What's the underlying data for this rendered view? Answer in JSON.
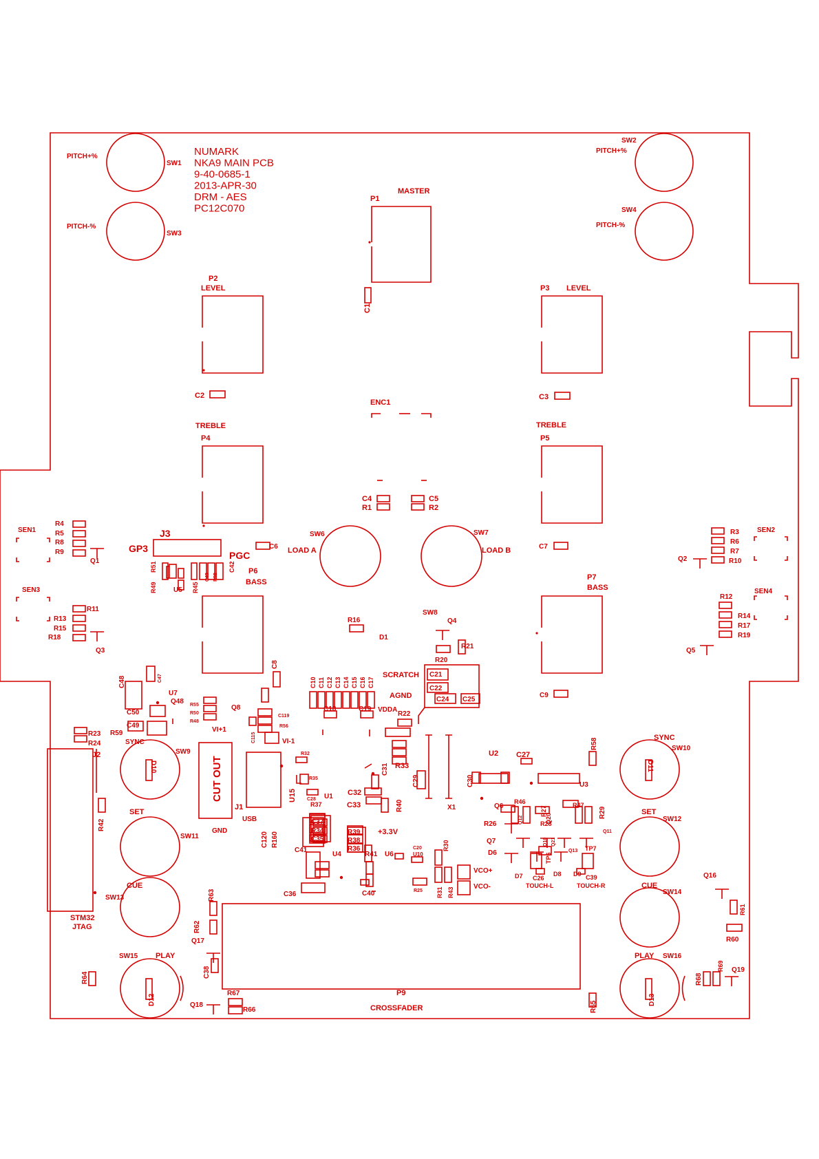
{
  "board": {
    "title_block": [
      "NUMARK",
      "NKA9 MAIN PCB",
      "9-40-0685-1",
      "2013-APR-30",
      "DRM - AES",
      "PC12C070"
    ],
    "color": "#d40000"
  },
  "labels": {
    "sw1": "SW1",
    "sw2": "SW2",
    "sw3": "SW3",
    "sw4": "SW4",
    "pitch_plus": "PITCH+%",
    "pitch_minus": "PITCH-%",
    "p1": "P1",
    "master": "MASTER",
    "p2": "P2",
    "p3": "P3",
    "level": "LEVEL",
    "p4": "P4",
    "p5": "P5",
    "treble": "TREBLE",
    "p6": "P6",
    "p7": "P7",
    "bass": "BASS",
    "enc1": "ENC1",
    "c1": "C1",
    "c2": "C2",
    "c3": "C3",
    "c4": "C4",
    "c5": "C5",
    "c6": "C6",
    "c7": "C7",
    "c8": "C8",
    "c9": "C9",
    "r1": "R1",
    "r2": "R2",
    "j3": "J3",
    "gp3": "GP3",
    "pgc": "PGC",
    "sw6": "SW6",
    "sw7": "SW7",
    "load_a": "LOAD A",
    "load_b": "LOAD B",
    "sen1": "SEN1",
    "sen2": "SEN2",
    "sen3": "SEN3",
    "sen4": "SEN4",
    "r3": "R3",
    "r4": "R4",
    "r5": "R5",
    "r6": "R6",
    "r7": "R7",
    "r8": "R8",
    "r9": "R9",
    "r10": "R10",
    "r11": "R11",
    "r12": "R12",
    "r13": "R13",
    "r14": "R14",
    "r15": "R15",
    "r16": "R16",
    "r17": "R17",
    "r18": "R18",
    "r19": "R19",
    "q1": "Q1",
    "q2": "Q2",
    "q3": "Q3",
    "q4": "Q4",
    "q5": "Q5",
    "u5": "U5",
    "r45": "R45",
    "r49": "R49",
    "r51": "R51",
    "r52": "R52",
    "c42": "C42",
    "c43": "C43",
    "sw8": "SW8",
    "d1": "D1",
    "r20": "R20",
    "r21": "R21",
    "scratch": "SCRATCH",
    "agnd": "AGND",
    "vdda": "VDDA",
    "c21": "C21",
    "c22": "C22",
    "c24": "C24",
    "c25": "C25",
    "c10": "C10",
    "c11": "C11",
    "c12": "C12",
    "c13": "C13",
    "c14": "C14",
    "c15": "C15",
    "c16": "C16",
    "c17": "C17",
    "c18": "C18",
    "c19": "C19",
    "r22": "R22",
    "c47": "C47",
    "c48": "C48",
    "u7": "U7",
    "q48": "Q48",
    "c50": "C50",
    "c49": "C49",
    "r55": "R55",
    "r50": "R50",
    "r48": "R48",
    "q8": "Q8",
    "c119": "C119",
    "r56": "R56",
    "vi1": "VI+1",
    "c115": "C115",
    "vi_1": "VI-1",
    "r59": "R59",
    "sync": "SYNC",
    "r23": "R23",
    "r24": "R24",
    "j2": "J2",
    "sw9": "SW9",
    "d10": "D10",
    "cut_out": "CUT OUT",
    "r32": "R32",
    "u15": "U15",
    "r35": "R35",
    "c28": "C28",
    "u1": "U1",
    "r37": "R37",
    "c31": "C31",
    "c32": "C32",
    "c33": "C33",
    "r33": "R33",
    "r40": "R40",
    "c29": "C29",
    "x1": "X1",
    "set": "SET",
    "sw11": "SW11",
    "r42": "R42",
    "j1": "J1",
    "usb": "USB",
    "gnd": "GND",
    "c120": "C120",
    "r160": "R160",
    "c37": "C37",
    "r34": "R34",
    "c35": "C35",
    "r39": "R39",
    "r38": "R38",
    "r36": "R36",
    "v33": "+3.3V",
    "c41": "C41",
    "u4": "U4",
    "r41": "R41",
    "u6": "U6",
    "c20": "C20",
    "u10": "U10",
    "r30": "R30",
    "vco_p": "VCO+",
    "vco_m": "VCO-",
    "r25": "R25",
    "r31": "R31",
    "r43": "R43",
    "c36": "C36",
    "c40": "C40",
    "cue": "CUE",
    "sw13": "SW13",
    "stm32": "STM32",
    "jtag": "JTAG",
    "r62": "R62",
    "r63": "R63",
    "q17": "Q17",
    "c38": "C38",
    "sw15": "SW15",
    "play": "PLAY",
    "r64": "R64",
    "d12": "D12",
    "q18": "Q18",
    "r67": "R67",
    "r66": "R66",
    "p9": "P9",
    "crossfader": "CROSSFADER",
    "r65": "R65",
    "u2": "U2",
    "c27": "C27",
    "r58": "R58",
    "c30": "C30",
    "u3": "U3",
    "sw10": "SW10",
    "d11": "D11",
    "q6": "Q6",
    "r46": "R46",
    "r27": "R27",
    "q20": "Q20",
    "r47": "R47",
    "r29": "R29",
    "r26": "R26",
    "q12": "Q12",
    "r28": "R28",
    "q11": "Q11",
    "sw12": "SW12",
    "q7": "Q7",
    "d6": "D6",
    "q10": "Q10",
    "q21": "Q21",
    "tp6": "TP6",
    "q13": "Q13",
    "tp7": "TP7",
    "d7": "D7",
    "c26": "C26",
    "touch_l": "TOUCH-L",
    "d8": "D8",
    "d9": "D9",
    "c39": "C39",
    "touch_r": "TOUCH-R",
    "sw14": "SW14",
    "q16": "Q16",
    "r61": "R61",
    "r60": "R60",
    "sw16": "SW16",
    "d13": "D13",
    "r68": "R68",
    "r69": "R69",
    "q19": "Q19"
  }
}
